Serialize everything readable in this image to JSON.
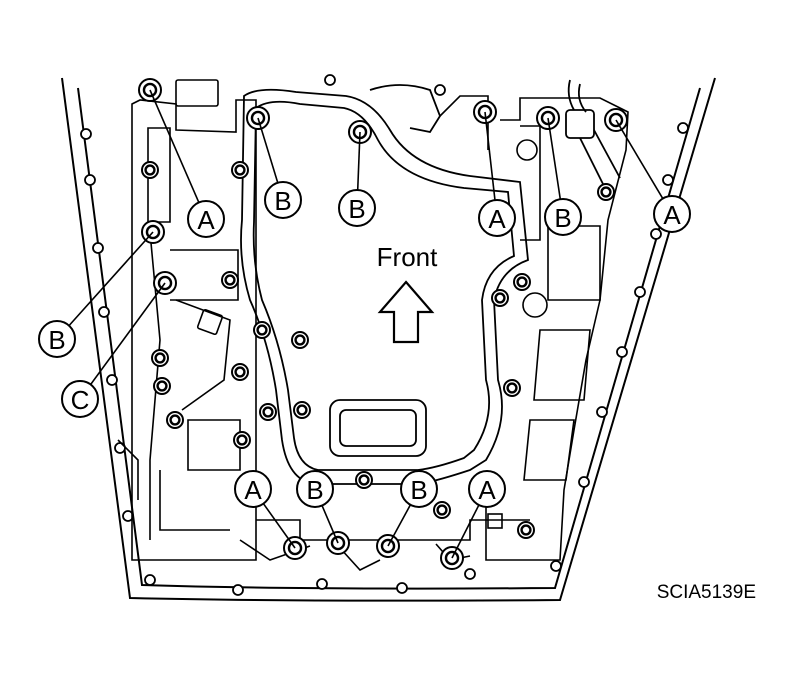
{
  "figure_id": "SCIA5139E",
  "direction_label": "Front",
  "callouts": [
    {
      "letter": "A"
    },
    {
      "letter": "B"
    },
    {
      "letter": "B"
    },
    {
      "letter": "A"
    },
    {
      "letter": "B"
    },
    {
      "letter": "A"
    },
    {
      "letter": "B"
    },
    {
      "letter": "C"
    },
    {
      "letter": "A"
    },
    {
      "letter": "B"
    },
    {
      "letter": "B"
    },
    {
      "letter": "A"
    }
  ]
}
